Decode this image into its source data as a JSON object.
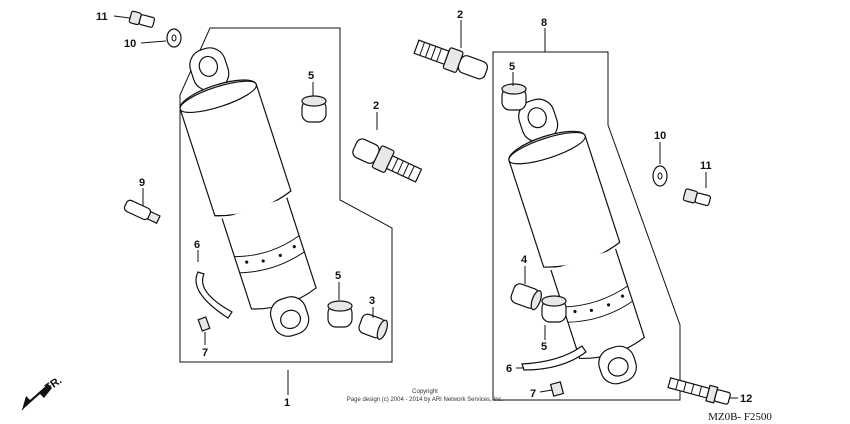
{
  "callouts": {
    "c1": "1",
    "c2a": "2",
    "c2b": "2",
    "c3": "3",
    "c4": "4",
    "c5a": "5",
    "c5b": "5",
    "c5c": "5",
    "c5d": "5",
    "c6a": "6",
    "c6b": "6",
    "c7a": "7",
    "c7b": "7",
    "c8": "8",
    "c9": "9",
    "c10a": "10",
    "c10b": "10",
    "c11a": "11",
    "c11b": "11",
    "c12": "12"
  },
  "direction_label": "FR.",
  "copyright_line1": "Copyright",
  "copyright_line2": "Page design (c) 2004 - 2014 by ARI Network Services, Inc.",
  "diagram_code": "MZ0B- F2500"
}
